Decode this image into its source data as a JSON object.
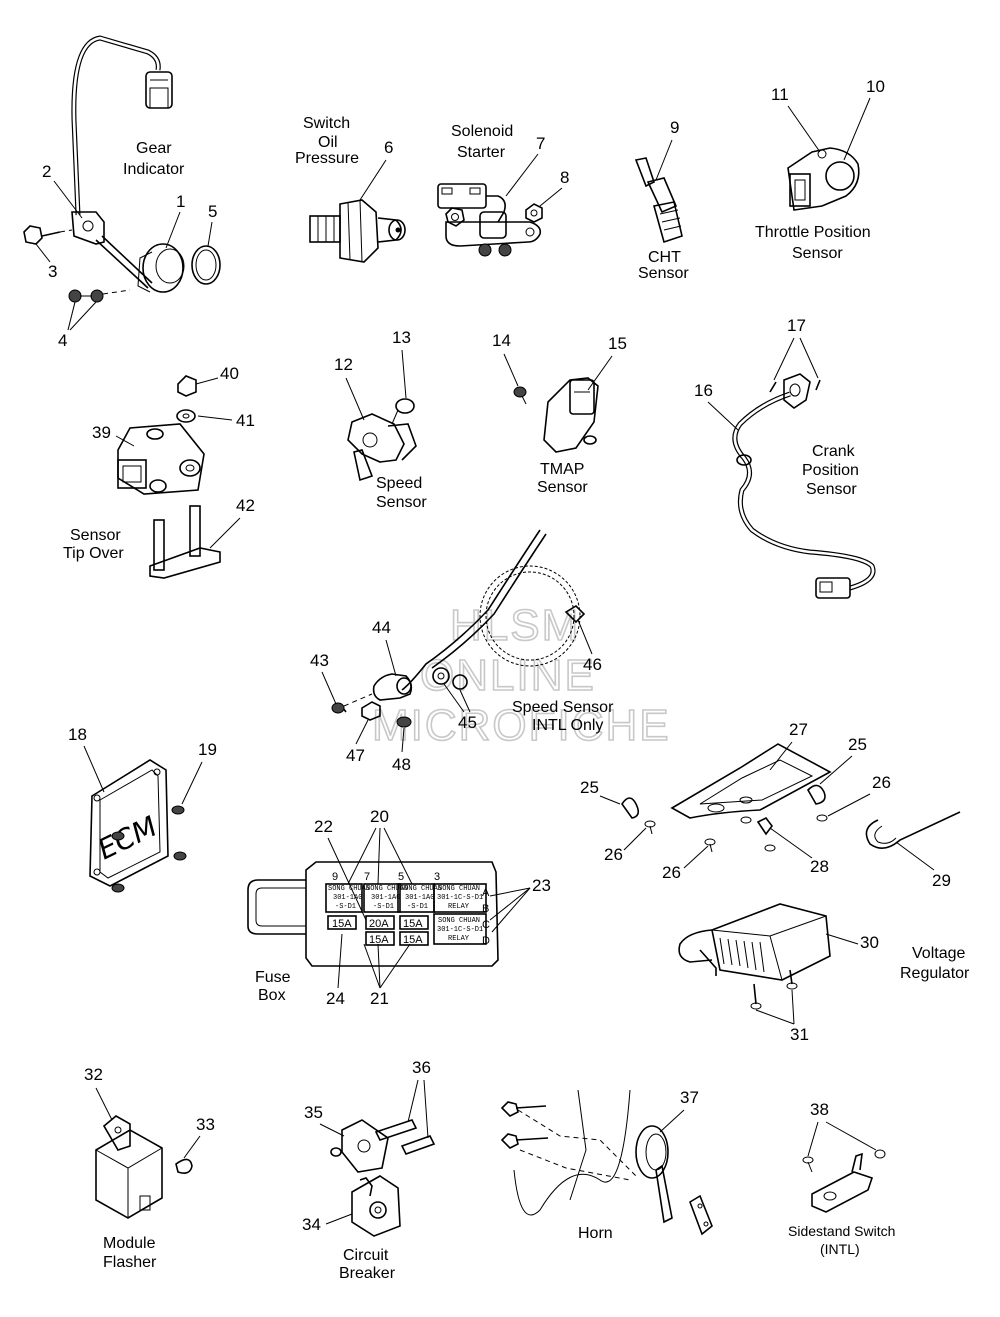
{
  "watermark": {
    "line1": "HLSM",
    "line2": "ONLINE",
    "line3": "MICROFICHE"
  },
  "labels": {
    "gear_indicator": [
      "Gear",
      "Indicator"
    ],
    "switch_oil_pressure": [
      "Switch",
      "Oil",
      "Pressure"
    ],
    "solenoid_starter": [
      "Solenoid",
      "Starter"
    ],
    "cht_sensor": [
      "CHT",
      "Sensor"
    ],
    "throttle_position_sensor": [
      "Throttle Position",
      "Sensor"
    ],
    "sensor_tip_over": [
      "Sensor",
      "Tip Over"
    ],
    "speed_sensor": [
      "Speed",
      "Sensor"
    ],
    "tmap_sensor": [
      "TMAP",
      "Sensor"
    ],
    "crank_position_sensor": [
      "Crank",
      "Position",
      "Sensor"
    ],
    "speed_sensor_intl": [
      "Speed Sensor",
      "INTL Only"
    ],
    "ecm_text": "ECM",
    "fuse_box": [
      "Fuse",
      "Box"
    ],
    "voltage_regulator": [
      "Voltage",
      "Regulator"
    ],
    "module_flasher": [
      "Module",
      "Flasher"
    ],
    "circuit_breaker": [
      "Circuit",
      "Breaker"
    ],
    "horn": "Horn",
    "sidestand_switch": [
      "Sidestand Switch",
      "(INTL)"
    ]
  },
  "fuse_box": {
    "columns": [
      "9",
      "7",
      "5",
      "3"
    ],
    "rows": [
      "A",
      "B",
      "C",
      "D"
    ],
    "relays": [
      "SONG CHUAN",
      "301-1A0",
      "-S-D1"
    ],
    "relay_right": [
      "SONG CHUAN",
      "301-1C-S-D1",
      "RELAY"
    ],
    "fuses": [
      "15A",
      "20A",
      "15A",
      "15A",
      "15A"
    ]
  },
  "callouts": {
    "n1": "1",
    "n2": "2",
    "n3": "3",
    "n4": "4",
    "n5": "5",
    "n6": "6",
    "n7": "7",
    "n8": "8",
    "n9": "9",
    "n10": "10",
    "n11": "11",
    "n12": "12",
    "n13": "13",
    "n14": "14",
    "n15": "15",
    "n16": "16",
    "n17": "17",
    "n18": "18",
    "n19": "19",
    "n20": "20",
    "n21": "21",
    "n22": "22",
    "n23": "23",
    "n24": "24",
    "n25a": "25",
    "n25b": "25",
    "n26a": "26",
    "n26b": "26",
    "n26c": "26",
    "n27": "27",
    "n28": "28",
    "n29": "29",
    "n30": "30",
    "n31": "31",
    "n32": "32",
    "n33": "33",
    "n34": "34",
    "n35": "35",
    "n36": "36",
    "n37": "37",
    "n38": "38",
    "n39": "39",
    "n40": "40",
    "n41": "41",
    "n42": "42",
    "n43": "43",
    "n44": "44",
    "n45": "45",
    "n46": "46",
    "n47": "47",
    "n48": "48"
  }
}
